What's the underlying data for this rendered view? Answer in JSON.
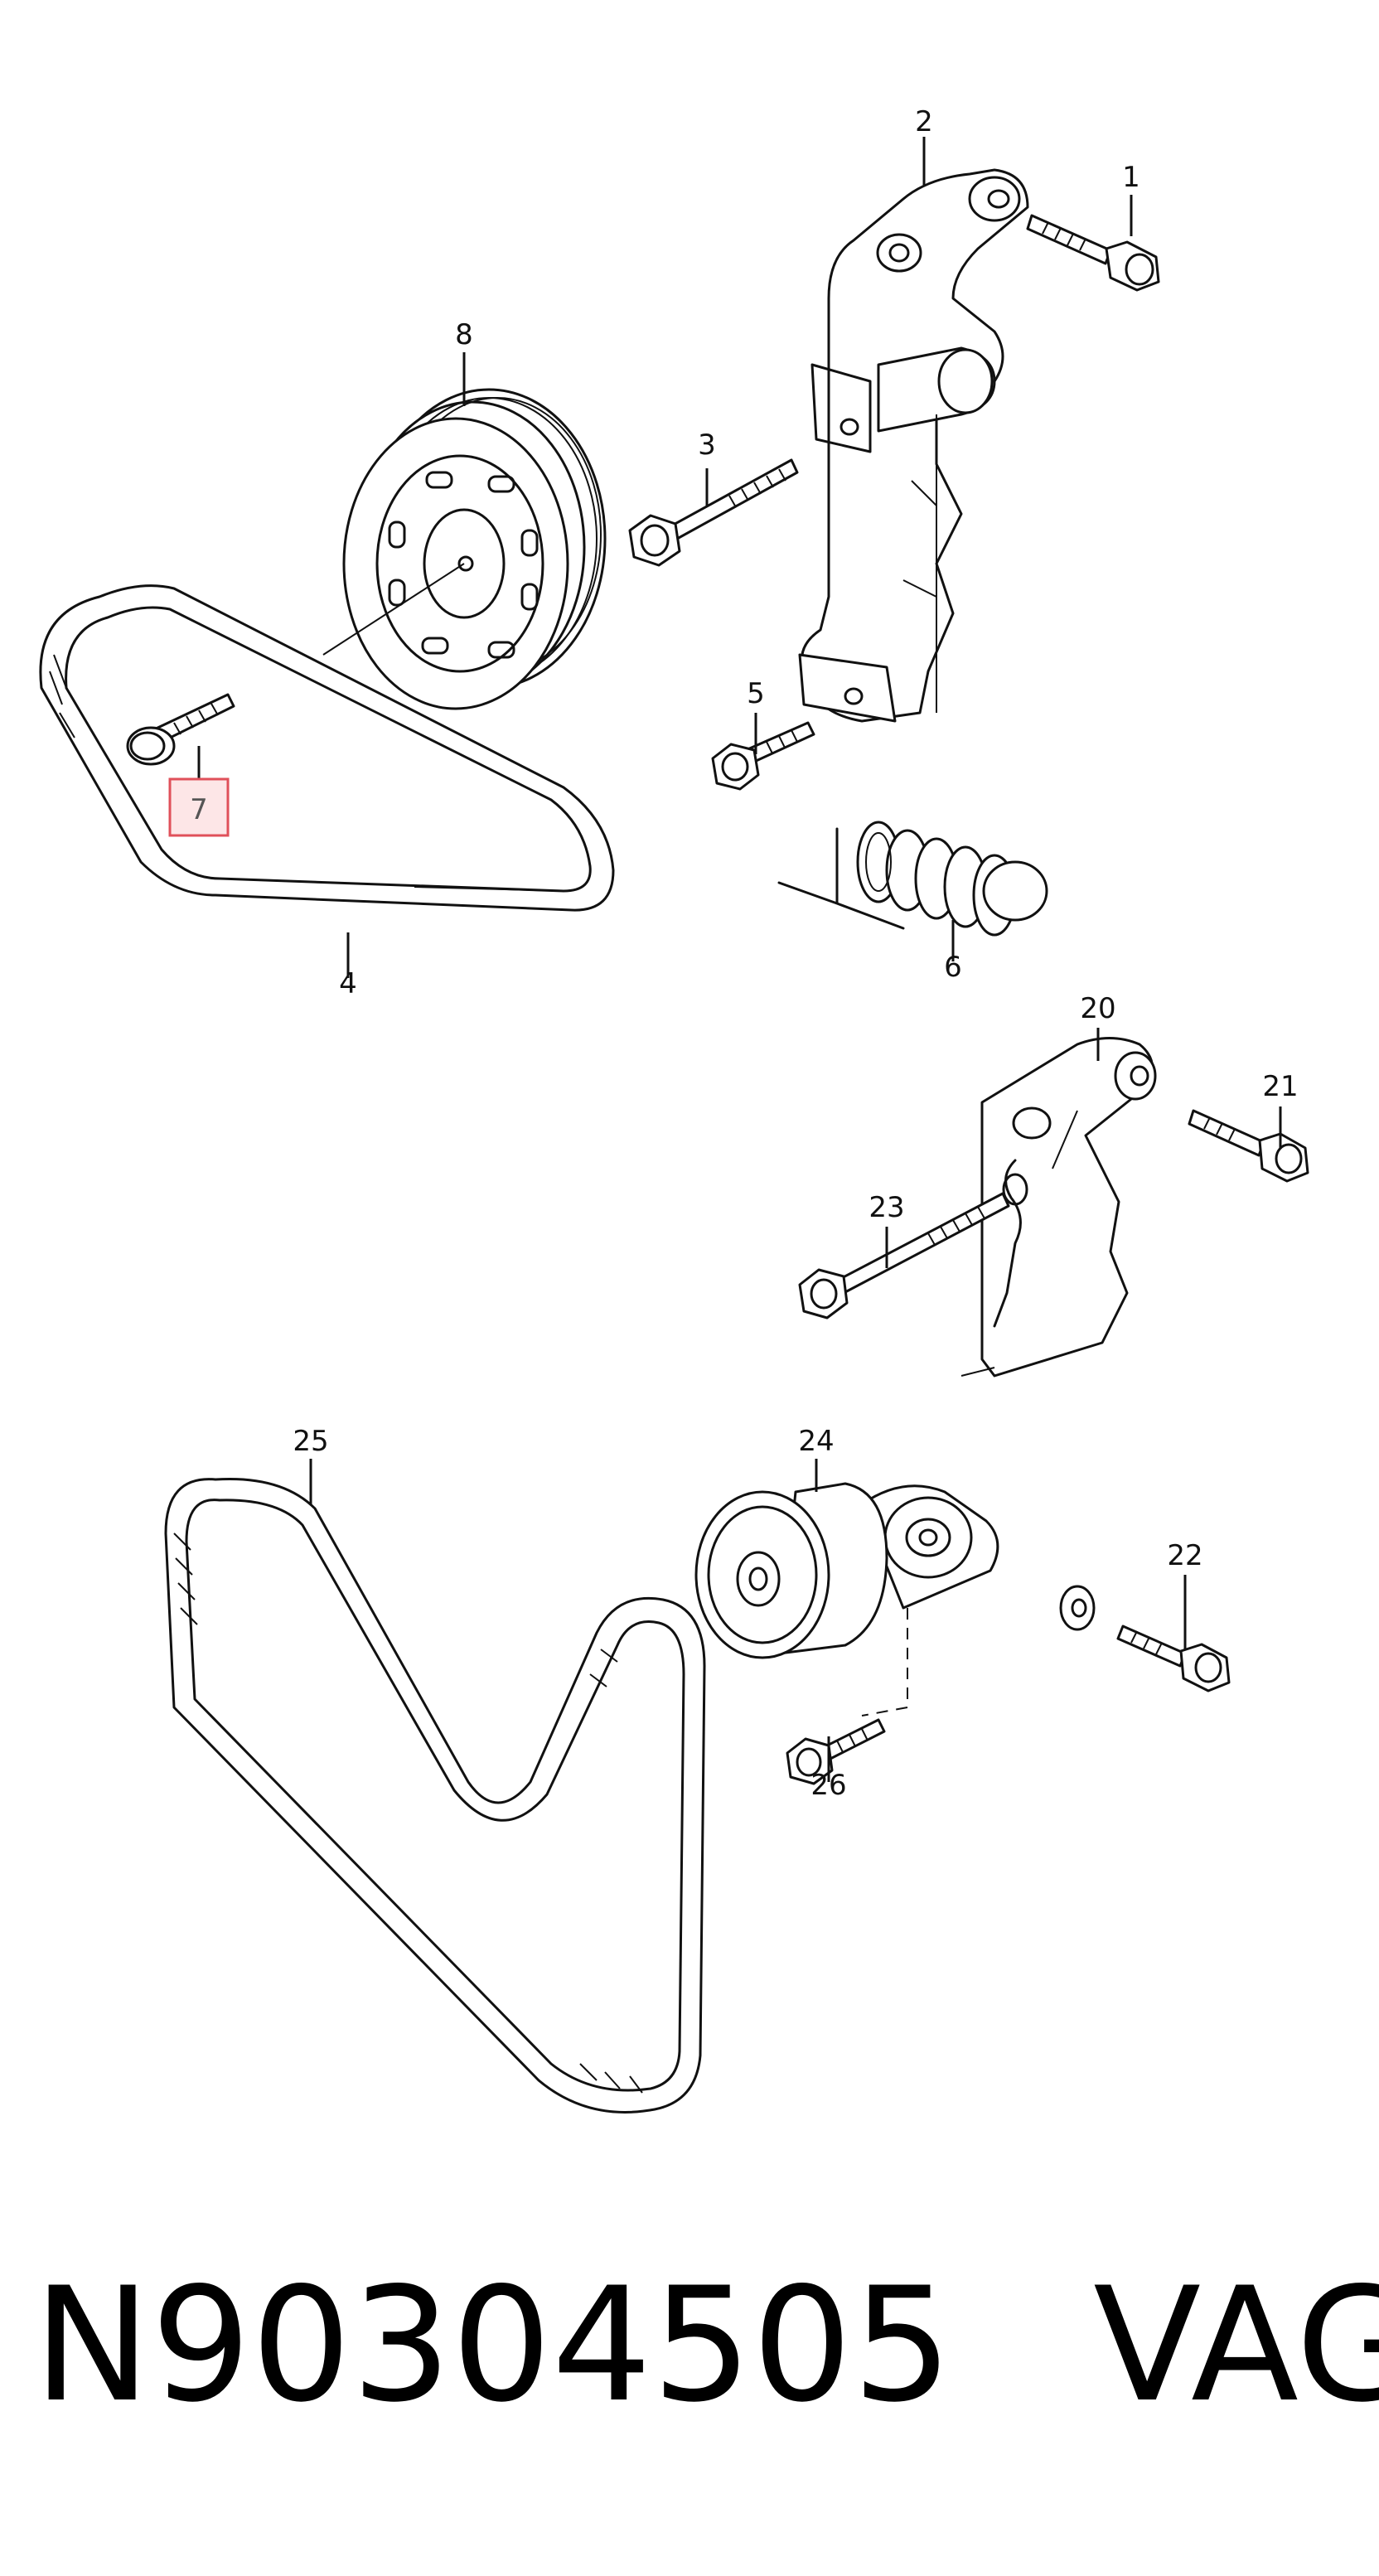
{
  "highlight_color": "#e0505a",
  "labels": {
    "p1": "1",
    "p2": "2",
    "p3": "3",
    "p4": "4",
    "p5": "5",
    "p6": "6",
    "p7": "7",
    "p8": "8",
    "p20": "20",
    "p21": "21",
    "p22": "22",
    "p23": "23",
    "p24": "24",
    "p25": "25",
    "p26": "26"
  },
  "caption": {
    "part_number": "N90304505",
    "brand": "VAG"
  }
}
